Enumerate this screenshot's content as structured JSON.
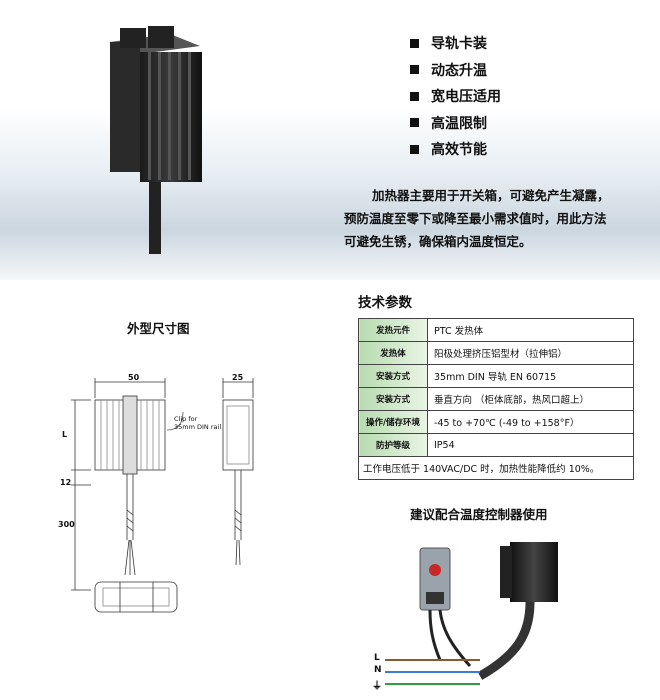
{
  "features": [
    "导轨卡装",
    "动态升温",
    "宽电压适用",
    "高温限制",
    "高效节能"
  ],
  "description": [
    "加热器主要用于开关箱，可避免产生凝露，",
    "预防温度至零下或降至最小需求值时，用此方法",
    "可避免生锈，确保箱内温度恒定。"
  ],
  "dimension_drawing": {
    "title": "外型尺寸图",
    "width_label": "50",
    "depth_label": "25",
    "height_label": "L",
    "gap_label": "12",
    "cable_label": "300",
    "clip_note_1": "Clip for",
    "clip_note_2": "35mm DIN rail"
  },
  "spec": {
    "title": "技术参数",
    "rows": [
      {
        "key": "发热元件",
        "value": "PTC 发热体"
      },
      {
        "key": "发热体",
        "value": "阳极处理挤压铝型材（拉伸铝）"
      },
      {
        "key": "安装方式",
        "value": "35mm DIN  导轨    EN 60715"
      },
      {
        "key": "安装方式",
        "value": "垂直方向 （柜体底部，热风口超上）"
      },
      {
        "key": "操作/储存环境",
        "value": "-45 to +70℃   (-49 to +158°F）"
      },
      {
        "key": "防护等级",
        "value": "IP54"
      }
    ],
    "note": "工作电压低于 140VAC/DC 时，加热性能降低约 10%。"
  },
  "controller": {
    "title": "建议配合温度控制器使用",
    "wire_L": "L",
    "wire_N": "N",
    "wire_PE": "⏚"
  },
  "colors": {
    "spec_key_bg": "#b7dbb0",
    "wire_L": "#8a5a2b",
    "wire_N": "#3a7bd5",
    "wire_PE": "#2e9e3e"
  }
}
